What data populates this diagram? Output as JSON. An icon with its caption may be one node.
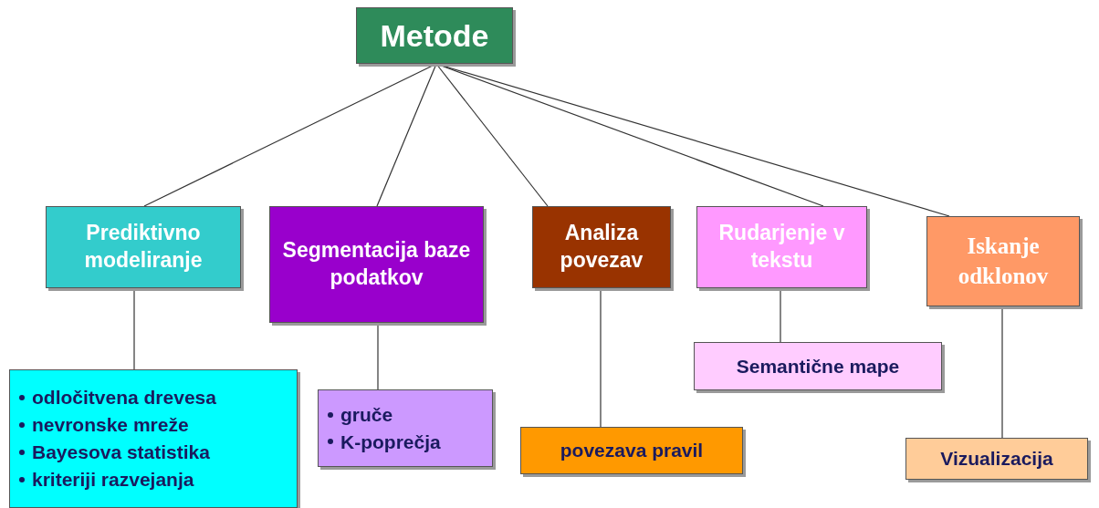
{
  "diagram": {
    "nodes": [
      {
        "text": [
          "Metode"
        ]
      },
      {
        "text": [
          "Prediktivno modeliranje"
        ]
      },
      {
        "text": [
          "Segmentacija baze podatkov"
        ]
      },
      {
        "text": [
          "Analiza povezav"
        ]
      },
      {
        "text": [
          "Rudarjenje v tekstu"
        ]
      },
      {
        "text": [
          "Iskanje odklonov"
        ]
      },
      {
        "text": [
          "odločitvena drevesa",
          "nevronske mreže",
          "Bayesova statistika",
          "kriteriji razvejanja"
        ]
      },
      {
        "text": [
          "gruče",
          "K-poprečja"
        ]
      },
      {
        "text": [
          "povezava pravil"
        ]
      },
      {
        "text": [
          "Semantične mape"
        ]
      },
      {
        "text": [
          "Vizualizacija"
        ]
      }
    ],
    "edges": [
      {
        "from": 0,
        "to": 1,
        "arrow": "none"
      },
      {
        "from": 0,
        "to": 2,
        "arrow": "none"
      },
      {
        "from": 0,
        "to": 3,
        "arrow": "none"
      },
      {
        "from": 0,
        "to": 4,
        "arrow": "none"
      },
      {
        "from": 0,
        "to": 5,
        "arrow": "none"
      },
      {
        "from": 1,
        "to": 6,
        "arrow": "none"
      },
      {
        "from": 2,
        "to": 7,
        "arrow": "none"
      },
      {
        "from": 3,
        "to": 8,
        "arrow": "none"
      },
      {
        "from": 4,
        "to": 9,
        "arrow": "none"
      },
      {
        "from": 5,
        "to": 10,
        "arrow": "none"
      }
    ]
  }
}
